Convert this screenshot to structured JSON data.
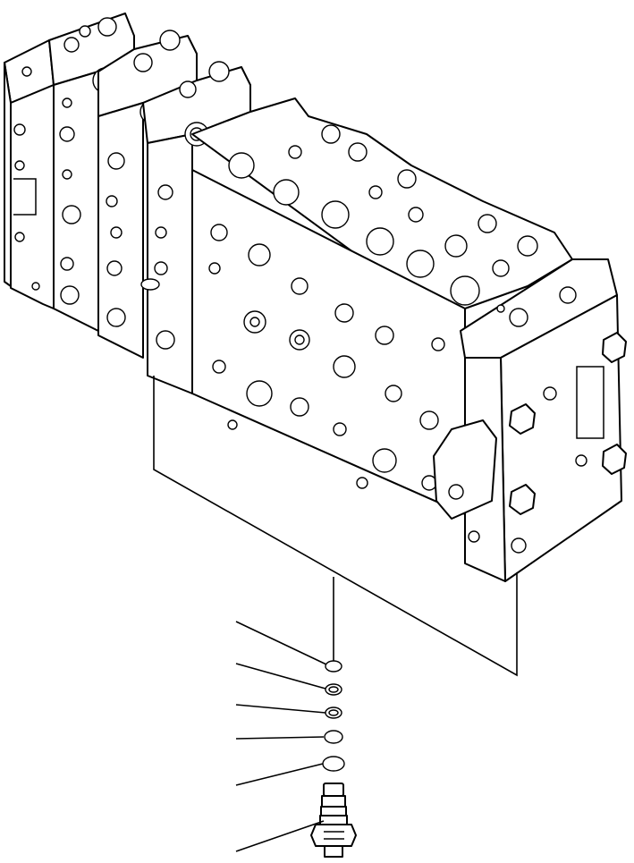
{
  "drawing": {
    "subject": "control-valve-assembly",
    "callouts": [
      "o-ring-1",
      "o-ring-2",
      "o-ring-3",
      "o-ring-4",
      "o-ring-5",
      "valve-cartridge"
    ],
    "colors": {
      "line": "#000000",
      "paper": "#ffffff"
    }
  }
}
